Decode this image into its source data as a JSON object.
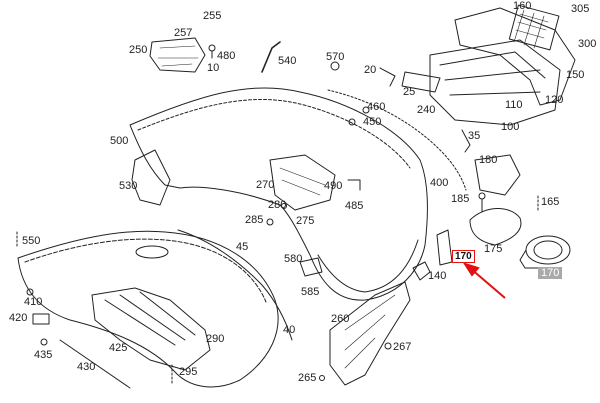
{
  "labels": {
    "l10": "10",
    "l35": "35",
    "l40": "40",
    "l45": "45",
    "l100": "100",
    "l110": "110",
    "l120": "120",
    "l140": "140",
    "l150": "150",
    "l160": "160",
    "l165": "165",
    "l170a": "170",
    "l170b": "170",
    "l175": "175",
    "l180": "180",
    "l185": "185",
    "l240": "240",
    "l250": "250",
    "l255": "255",
    "l257": "257",
    "l260": "260",
    "l265": "265",
    "l267": "267",
    "l270": "270",
    "l275": "275",
    "l280": "280",
    "l285": "285",
    "l290": "290",
    "l295": "295",
    "l300": "300",
    "l305": "305",
    "l400": "400",
    "l410": "410",
    "l420": "420",
    "l425": "425",
    "l430": "430",
    "l435": "435",
    "l450": "450",
    "l460": "460",
    "l480": "480",
    "l485": "485",
    "l490": "490",
    "l500": "500",
    "l530": "530",
    "l540": "540",
    "l550": "550",
    "l570": "570",
    "l580": "580",
    "l585": "585",
    "l20": "20",
    "l25": "25"
  },
  "colors": {
    "ink": "#222222",
    "highlight": "#e11111",
    "selected_bg": "#a9a9a9"
  }
}
